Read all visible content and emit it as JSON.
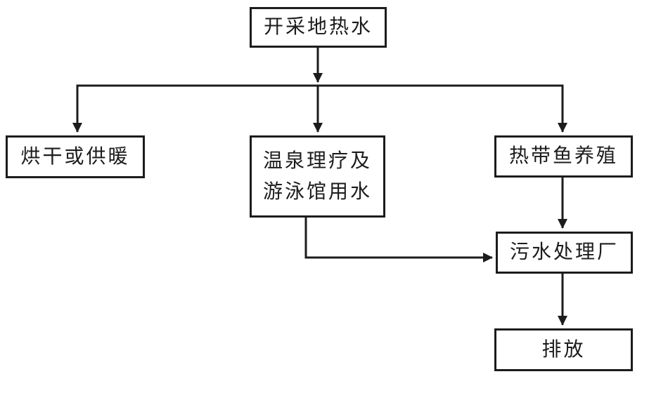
{
  "diagram": {
    "type": "flowchart",
    "background_color": "#ffffff",
    "line_color": "#1c1c1c",
    "nodes": {
      "source": {
        "label": "开采地热水"
      },
      "drying": {
        "label": "烘干或供暖"
      },
      "spa": {
        "label": "温泉理疗及\n游泳馆用水"
      },
      "fish": {
        "label": "热带鱼养殖"
      },
      "sewage": {
        "label": "污水处理厂"
      },
      "discharge": {
        "label": "排放"
      }
    },
    "edges": [
      {
        "from": "source",
        "to": "drying"
      },
      {
        "from": "source",
        "to": "spa"
      },
      {
        "from": "source",
        "to": "fish"
      },
      {
        "from": "spa",
        "to": "sewage"
      },
      {
        "from": "fish",
        "to": "sewage"
      },
      {
        "from": "sewage",
        "to": "discharge"
      }
    ]
  }
}
